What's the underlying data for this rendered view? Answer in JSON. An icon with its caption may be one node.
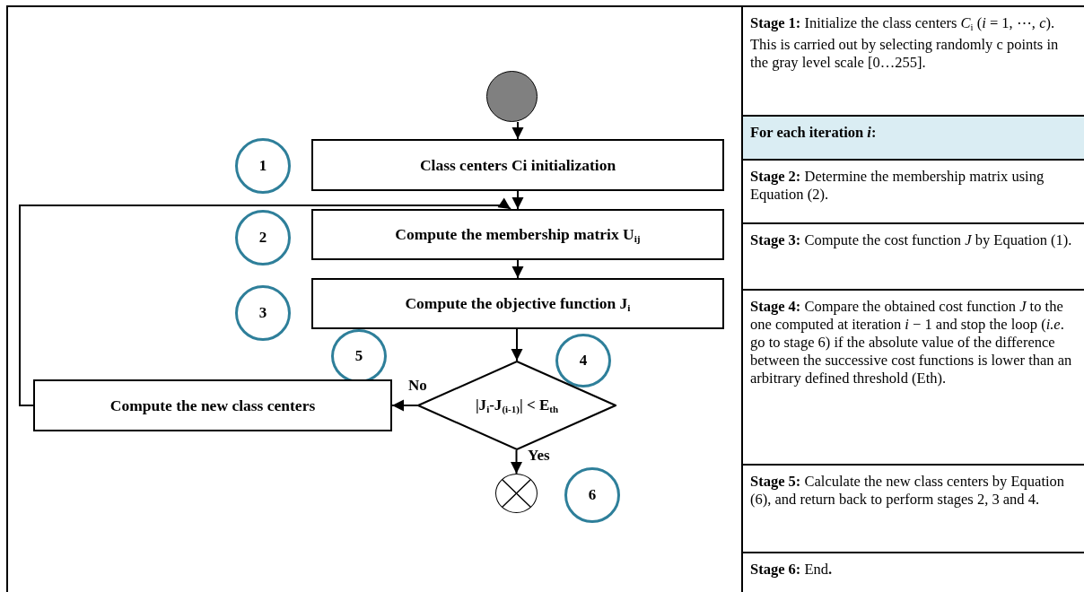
{
  "diagram": {
    "nodes": [
      {
        "text": [],
        "shape": "circle"
      },
      {
        "text": [
          "1"
        ]
      },
      {
        "text": [
          "Class centers Ci initialization"
        ]
      },
      {
        "text": [
          "2"
        ]
      },
      {
        "text": [
          "Compute the membership matrix U$_{ij}$"
        ]
      },
      {
        "text": [
          "3"
        ]
      },
      {
        "text": [
          "Compute the objective function J$_{i}$"
        ]
      },
      {
        "text": [
          "5"
        ]
      },
      {
        "text": [
          "4"
        ]
      },
      {
        "text": [
          "Compute the new class centers"
        ]
      },
      {
        "text": [
          "|J$_{i}$-J$_{(i-1)}$| < E$_{th}$"
        ]
      },
      {
        "text": [],
        "shape": "circle"
      },
      {
        "text": [
          "6"
        ]
      }
    ],
    "edges": [
      {
        "from": 0,
        "to": 2,
        "arrow": "to"
      },
      {
        "from": 2,
        "to": 4,
        "arrow": "to"
      },
      {
        "from": 4,
        "to": 6,
        "arrow": "to"
      },
      {
        "from": 6,
        "to": 10,
        "arrow": "to"
      },
      {
        "from": 10,
        "to": 9,
        "arrow": "to",
        "label": "No"
      },
      {
        "from": 9,
        "to": 4,
        "arrow": "to"
      },
      {
        "from": 10,
        "to": 11,
        "arrow": "to",
        "label": "Yes"
      }
    ],
    "labels": [
      "**Stage 1:** Initialize the class centers *C*$_{i}$ (*i* = 1, ⋯, *c*). This is carried out by selecting randomly c points in the gray level scale [0…255].",
      "For each iteration *i*:",
      "**Stage 2:** Determine the membership matrix using Equation (2).",
      "**Stage 3:** Compute the cost function *J* by Equation (1).",
      "**Stage 4:** Compare the obtained cost function *J* to the one computed at iteration *i* − 1 and stop the loop (*i.e*. go to stage 6) if the absolute value of the difference between the successive cost functions is lower than an arbitrary defined threshold (Eth).",
      "**Stage 5:** Calculate the new class centers by Equation (6), and return back to perform stages 2, 3 and 4.",
      "**Stage 6:** End**.**"
    ]
  }
}
